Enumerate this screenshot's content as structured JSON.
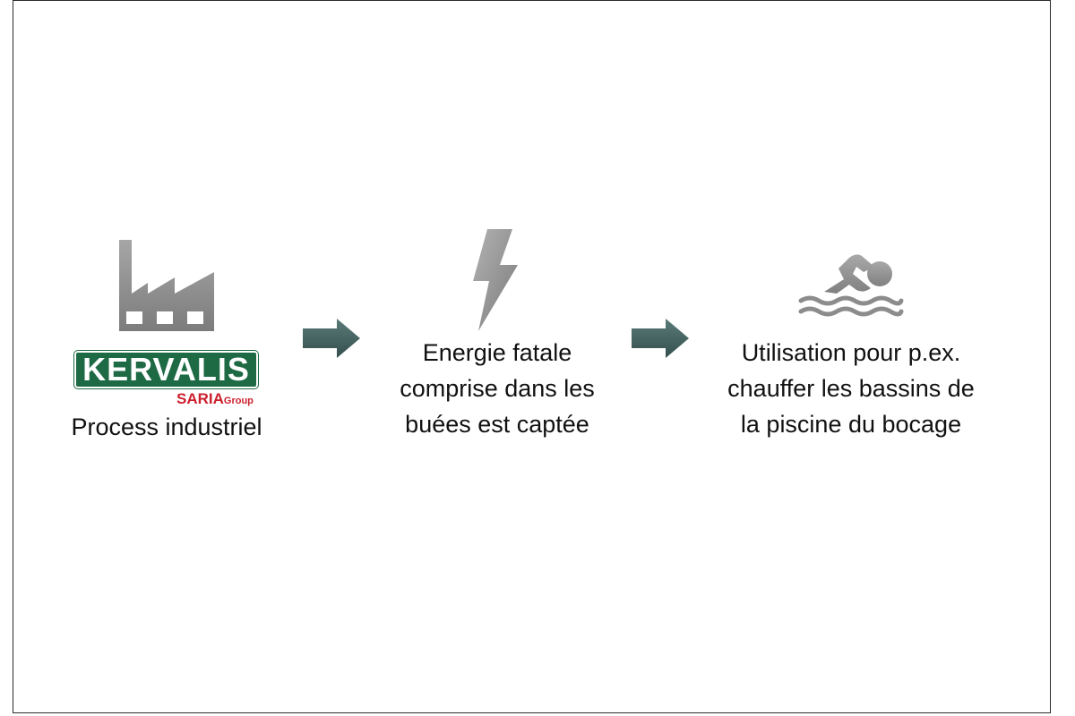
{
  "steps": [
    {
      "lines": [
        "Process industriel"
      ],
      "icon": "factory-icon"
    },
    {
      "lines": [
        "Energie fatale",
        "comprise dans les",
        "buées est captée"
      ],
      "icon": "lightning-icon"
    },
    {
      "lines": [
        "Utilisation pour p.ex.",
        "chauffer les bassins de",
        "la piscine du bocage"
      ],
      "icon": "swimmer-icon"
    }
  ],
  "logo": {
    "name": "KERVALIS",
    "group_main": "SARIA",
    "group_suffix": "Group"
  },
  "colors": {
    "icon_gray": "#8c8c8c",
    "arrow": "#3f5e5c",
    "logo_green": "#1e6a45",
    "logo_red": "#cc1f2d"
  }
}
